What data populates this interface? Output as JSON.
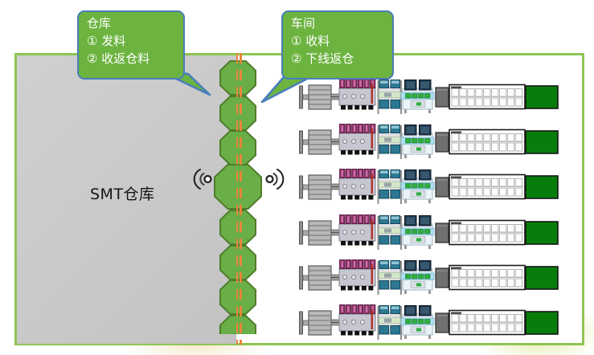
{
  "diagram": {
    "warehouse_callout": {
      "title": "仓库",
      "item1": "① 发料",
      "item2": "② 收返仓料"
    },
    "workshop_callout": {
      "title": "车间",
      "item1": "① 收料",
      "item2": "② 下线返仓"
    },
    "warehouse_area_label": "SMT仓库",
    "smt_lines": {
      "count": 6
    },
    "gate_octagons": {
      "count": 8
    },
    "colors": {
      "frame_green": "#8dc653",
      "callout_fill": "#6cb33f",
      "callout_border": "#4a7ebb",
      "octagon_fill": "#6aae47",
      "octagon_border": "#4f7d2b",
      "divider_orange": "#e8853c",
      "warehouse_gray": "#c9c9c9",
      "finished_buffer_green": "#087d0b",
      "feeder_reel_magenta": "#8f2e68",
      "machine_teal": "#2c7893",
      "screen_navy": "#1f3850"
    }
  }
}
